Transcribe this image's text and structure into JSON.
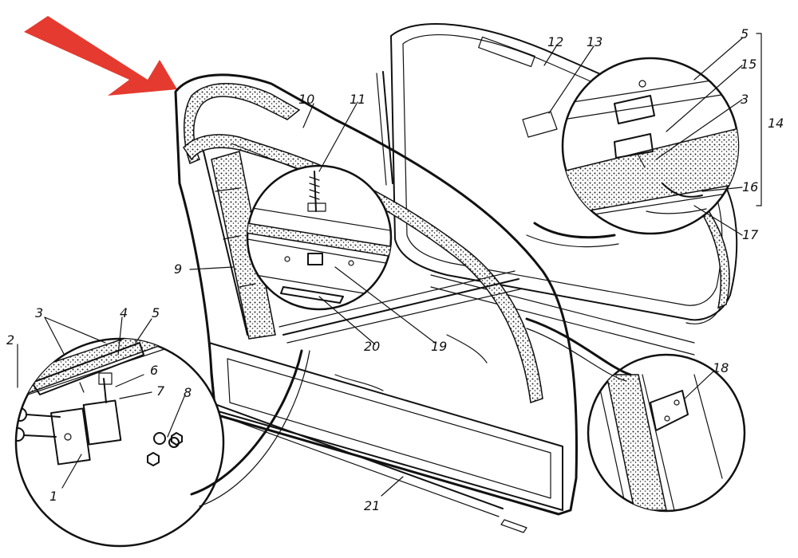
{
  "diagram": {
    "labels": {
      "l1": "1",
      "l2": "2",
      "l3a": "3",
      "l3b": "3",
      "l4": "4",
      "l5a": "5",
      "l5b": "5",
      "l6": "6",
      "l7": "7",
      "l8": "8",
      "l9": "9",
      "l10": "10",
      "l11": "11",
      "l12": "12",
      "l13": "13",
      "l14": "14",
      "l15": "15",
      "l16": "16",
      "l17": "17",
      "l18": "18",
      "l19": "19",
      "l20": "20",
      "l21": "21"
    },
    "colors": {
      "arrow": "#e53a2f",
      "ink": "#111111",
      "paper": "#ffffff"
    }
  }
}
